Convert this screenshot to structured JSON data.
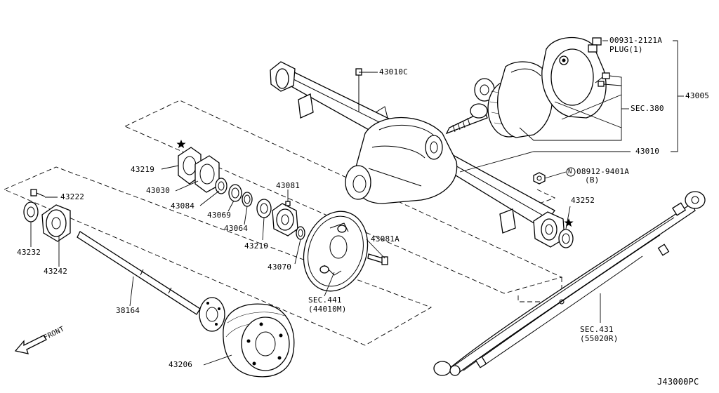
{
  "diagram_code": "J43000PC",
  "front_label": "FRONT",
  "star_glyph": "★",
  "callouts": {
    "p00931": "00931-2121A",
    "plug": "PLUG(1)",
    "p43010c": "43010C",
    "p43005": "43005",
    "sec380": "SEC.380",
    "p43010": "43010",
    "p08912": "08912-9401A",
    "p08912_sub": "(B)",
    "n_marker": "N",
    "p43252": "43252",
    "p43219": "43219",
    "p43030": "43030",
    "p43084": "43084",
    "p43069": "43069",
    "p43064": "43064",
    "p43081": "43081",
    "p43210": "43210",
    "p43081a": "43081A",
    "p43070": "43070",
    "sec441": "SEC.441",
    "sec441_sub": "(44010M)",
    "p43222": "43222",
    "p43232": "43232",
    "p43242": "43242",
    "p38164": "38164",
    "p43206": "43206",
    "sec431": "SEC.431",
    "sec431_sub": "(55020R)"
  }
}
